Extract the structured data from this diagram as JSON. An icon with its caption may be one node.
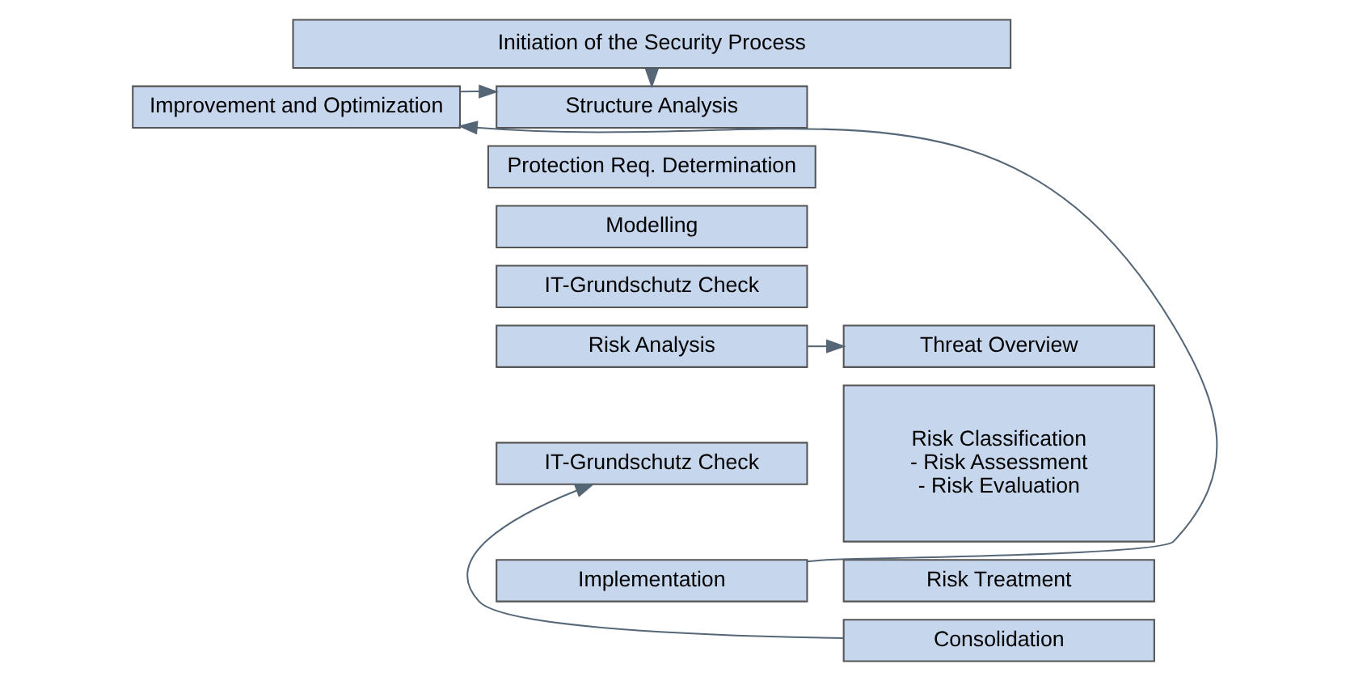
{
  "diagram": {
    "nodes": [
      {
        "text": [
          "Initiation of the Security Process"
        ]
      },
      {
        "text": [
          "Improvement and Optimization"
        ]
      },
      {
        "text": [
          "Structure Analysis"
        ]
      },
      {
        "text": [
          "Protection Req. Determination"
        ]
      },
      {
        "text": [
          "Modelling"
        ]
      },
      {
        "text": [
          "IT-Grundschutz Check"
        ]
      },
      {
        "text": [
          "Risk Analysis"
        ]
      },
      {
        "text": [
          "Threat Overview"
        ]
      },
      {
        "text": [
          "Risk Classification",
          "- Risk Assessment",
          "- Risk Evaluation"
        ]
      },
      {
        "text": [
          "Risk Treatment"
        ]
      },
      {
        "text": [
          "Consolidation"
        ]
      },
      {
        "text": [
          "IT-Grundschutz Check"
        ]
      },
      {
        "text": [
          "Implementation"
        ]
      }
    ],
    "edges": [
      {
        "from": 0,
        "to": 2,
        "arrow": "to"
      },
      {
        "from": 1,
        "to": 2,
        "arrow": "to"
      },
      {
        "from": 12,
        "to": 1,
        "arrow": "to"
      },
      {
        "from": 6,
        "to": 7,
        "arrow": "to"
      },
      {
        "from": 10,
        "to": 11,
        "arrow": "to"
      }
    ]
  }
}
